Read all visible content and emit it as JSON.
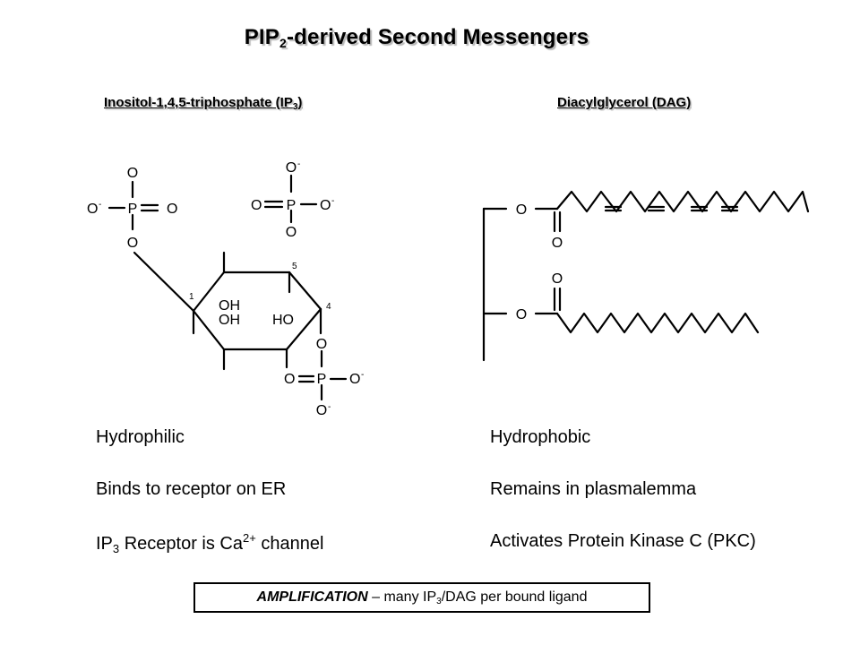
{
  "title": {
    "main": "PIP",
    "sub": "2",
    "rest": "-derived Second Messengers"
  },
  "ip3_header": {
    "main": "Inositol-1,4,5-triphosphate (IP",
    "sub": "3",
    "rest": ")"
  },
  "dag_header": {
    "text": "Diacylglycerol (DAG)"
  },
  "ip3_structure": {
    "atoms": {
      "oxygen": "O",
      "phosphorus": "P",
      "minus": "-",
      "hydroxyl": "OH",
      "hydroxyl_rev": "HO"
    },
    "positions": {
      "c1": "1",
      "c4": "4",
      "c5": "5"
    }
  },
  "dag_structure": {
    "atoms": {
      "oxygen": "O"
    }
  },
  "left_column": {
    "hydro": "Hydrophilic",
    "binds": "Binds to receptor on ER",
    "receptor": {
      "pre": "IP",
      "sub": "3",
      "mid": " Receptor is Ca",
      "sup": "2+",
      "post": " channel"
    }
  },
  "right_column": {
    "hydro": "Hydrophobic",
    "remains": "Remains in plasmalemma",
    "activates": "Activates Protein Kinase C (PKC)"
  },
  "amplification": {
    "bold": "AMPLIFICATION",
    "pre": " – many IP",
    "sub": "3",
    "post": "/DAG per bound ligand"
  }
}
